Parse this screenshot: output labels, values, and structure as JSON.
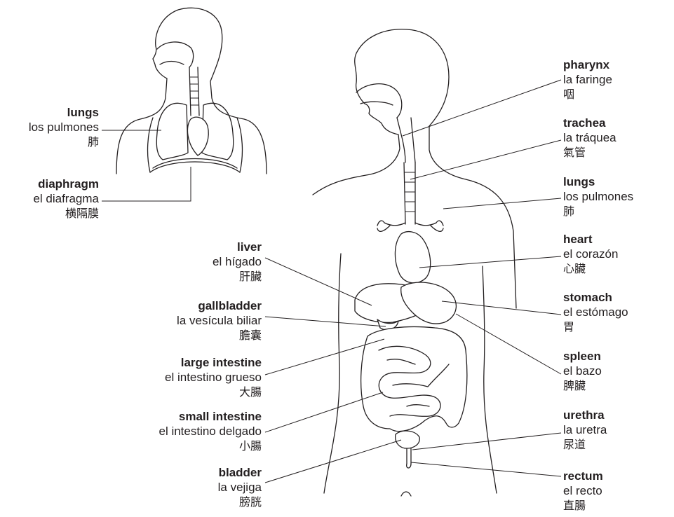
{
  "small_figure": {
    "lungs": {
      "en": "lungs",
      "es": "los pulmones",
      "zh": "肺"
    },
    "diaphragm": {
      "en": "diaphragm",
      "es": "el diafragma",
      "zh": "横隔膜"
    }
  },
  "large_figure": {
    "left_labels": {
      "liver": {
        "en": "liver",
        "es": "el hígado",
        "zh": "肝臟"
      },
      "gallbladder": {
        "en": "gallbladder",
        "es": "la vesícula biliar",
        "zh": "膽囊"
      },
      "large_intestine": {
        "en": "large intestine",
        "es": "el intestino grueso",
        "zh": "大腸"
      },
      "small_intestine": {
        "en": "small intestine",
        "es": "el intestino delgado",
        "zh": "小腸"
      },
      "bladder": {
        "en": "bladder",
        "es": "la vejiga",
        "zh": "膀胱"
      }
    },
    "right_labels": {
      "pharynx": {
        "en": "pharynx",
        "es": "la faringe",
        "zh": "咽"
      },
      "trachea": {
        "en": "trachea",
        "es": "la tráquea",
        "zh": "氣管"
      },
      "lungs": {
        "en": "lungs",
        "es": "los pulmones",
        "zh": "肺"
      },
      "heart": {
        "en": "heart",
        "es": "el corazón",
        "zh": "心臟"
      },
      "stomach": {
        "en": "stomach",
        "es": "el estómago",
        "zh": "胃"
      },
      "spleen": {
        "en": "spleen",
        "es": "el bazo",
        "zh": "脾臟"
      },
      "urethra": {
        "en": "urethra",
        "es": "la uretra",
        "zh": "尿道"
      },
      "rectum": {
        "en": "rectum",
        "es": "el recto",
        "zh": "直腸"
      }
    }
  }
}
